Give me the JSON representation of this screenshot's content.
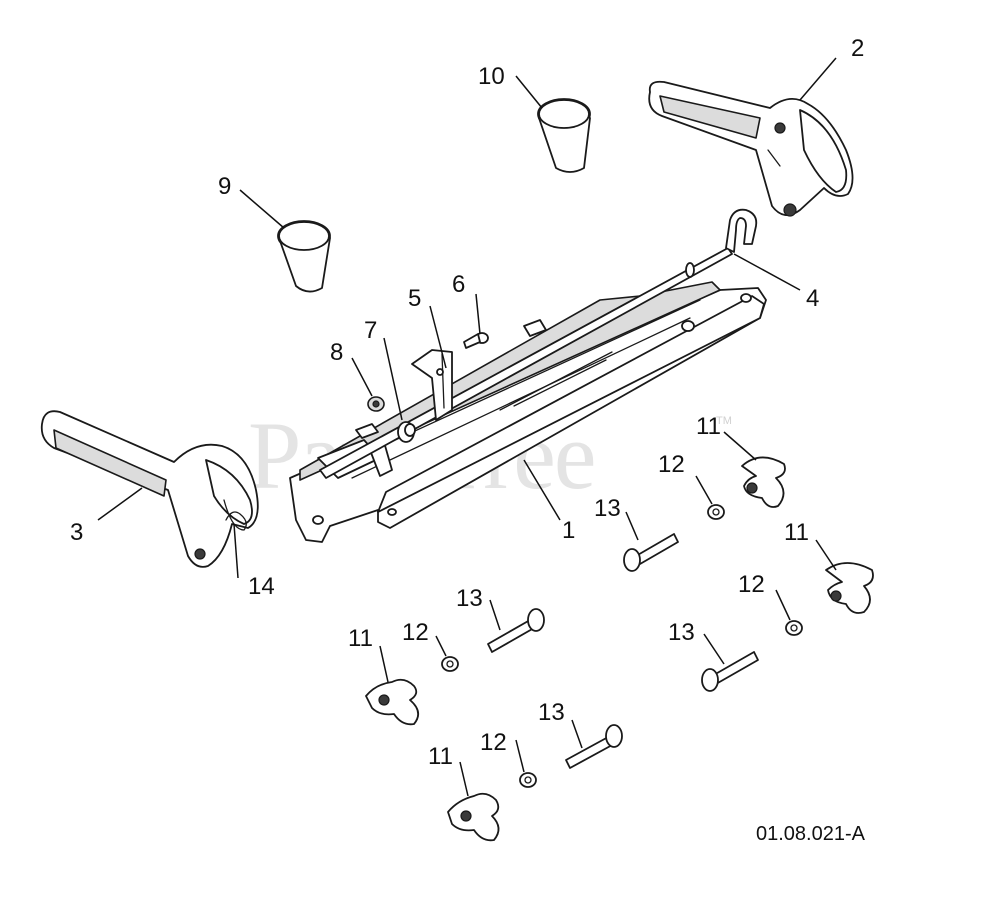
{
  "watermark": {
    "text": "PartsTree",
    "trademark": "TM"
  },
  "figure_id": "01.08.021-A",
  "callouts": {
    "c1": "1",
    "c2": "2",
    "c3": "3",
    "c4": "4",
    "c5": "5",
    "c6": "6",
    "c7": "7",
    "c8": "8",
    "c9": "9",
    "c10": "10",
    "c14": "14",
    "c11a": "11",
    "c11b": "11",
    "c11c": "11",
    "c11d": "11",
    "c12a": "12",
    "c12b": "12",
    "c12c": "12",
    "c12d": "12",
    "c13a": "13",
    "c13b": "13",
    "c13c": "13",
    "c13d": "13"
  }
}
